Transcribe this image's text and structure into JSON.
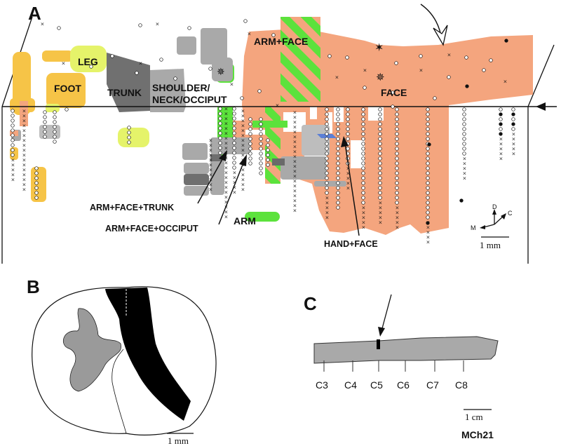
{
  "panels": {
    "a": "A",
    "b": "B",
    "c": "C"
  },
  "regions": {
    "leg": "LEG",
    "foot": "FOOT",
    "trunk": "TRUNK",
    "shoulder_line1": "SHOULDER/",
    "shoulder_line2": "NECK/OCCIPUT",
    "arm_face": "ARM+FACE",
    "face": "FACE",
    "arm": "ARM"
  },
  "callouts": {
    "arm_face_trunk": "ARM+FACE+TRUNK",
    "arm_face_occiput": "ARM+FACE+OCCIPUT",
    "hand_face": "HAND+FACE"
  },
  "orientation": {
    "dorsal": "D",
    "caudal": "C",
    "medial": "M"
  },
  "scale_bars": {
    "panel_a": "1 mm",
    "panel_b": "1 mm",
    "panel_c": "1 cm"
  },
  "segments": [
    "C3",
    "C4",
    "C5",
    "C6",
    "C7",
    "C8"
  ],
  "case_id": "MCh21",
  "colors": {
    "face": "#f4a57e",
    "arm": "#5ce23c",
    "leg_foot": "#f6c447",
    "lime": "#e5f36a",
    "trunk": "#707070",
    "shoulder": "#a9a9a9",
    "gray_light": "#bdbdbd",
    "hand": "#5b7fd6",
    "black": "#000000"
  }
}
